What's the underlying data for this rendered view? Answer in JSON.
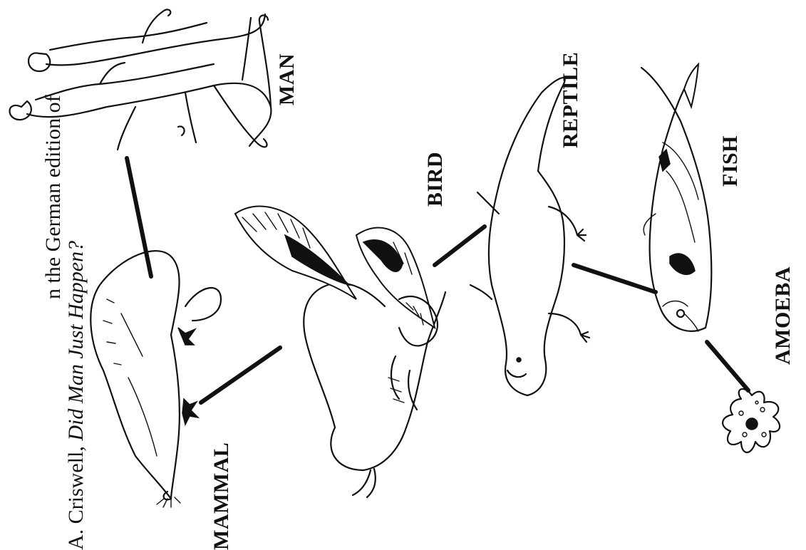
{
  "caption": {
    "line1": "n the German edition of",
    "line2_prefix": "A. Criswell, ",
    "line2_title": "Did Man Just Happen?"
  },
  "labels": {
    "man": "MAN",
    "bird": "BIRD",
    "reptile": "REPTILE",
    "fish": "FISH",
    "amoeba": "AMOEBA",
    "mammal": "MAMMAL"
  }
}
